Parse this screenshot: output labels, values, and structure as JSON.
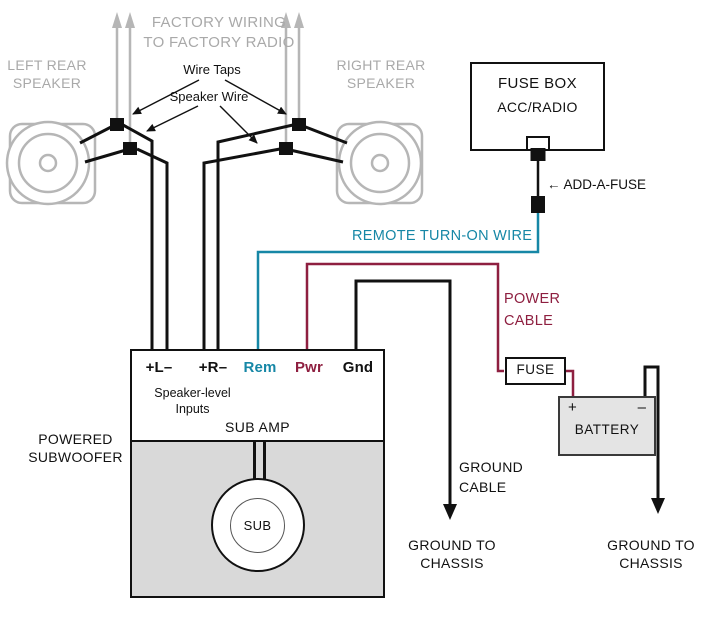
{
  "colors": {
    "teal": "#1687a6",
    "maroon": "#8e1f40",
    "gray-text": "#a9a9a9",
    "gray-line": "#b6b6b6",
    "ink": "#111111",
    "enclosure": "#d9d9d9",
    "battery": "#e4e4e4"
  },
  "labels": {
    "factory_wiring": "FACTORY WIRING\nTO FACTORY RADIO",
    "left_speaker": "LEFT REAR\nSPEAKER",
    "right_speaker": "RIGHT REAR\nSPEAKER",
    "wire_taps": "Wire Taps",
    "speaker_wire": "Speaker Wire",
    "fuse_box": "FUSE BOX",
    "acc_radio": "ACC/RADIO",
    "add_a_fuse": "← ADD-A-FUSE",
    "remote_turn_on_wire": "REMOTE TURN-ON WIRE",
    "power_cable": "POWER\nCABLE",
    "fuse": "FUSE",
    "battery": "BATTERY",
    "battery_plus": "+",
    "battery_minus": "–",
    "ground_cable": "GROUND\nCABLE",
    "ground_to_chassis_left": "GROUND TO\nCHASSIS",
    "ground_to_chassis_right": "GROUND TO\nCHASSIS",
    "powered_subwoofer": "POWERED\nSUBWOOFER",
    "sub_amp": "SUB AMP",
    "sub": "SUB",
    "speaker_level_inputs": "Speaker-level\nInputs",
    "terminals": {
      "left": "+L–",
      "right": "+R–",
      "rem": "Rem",
      "pwr": "Pwr",
      "gnd": "Gnd"
    }
  }
}
